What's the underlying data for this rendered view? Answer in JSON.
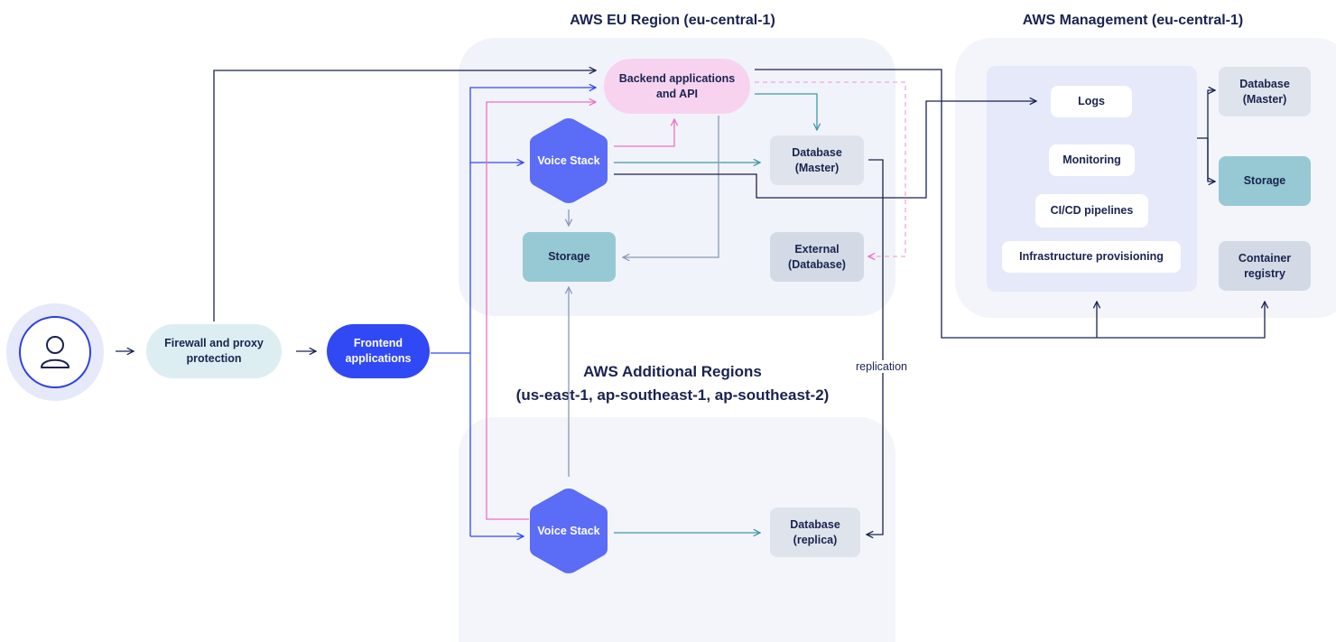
{
  "titles": {
    "eu_region": "AWS EU Region (eu-central-1)",
    "management": "AWS Management (eu-central-1)",
    "additional_line1": "AWS Additional Regions",
    "additional_line2": "(us-east-1, ap-southeast-1, ap-southeast-2)"
  },
  "nodes": {
    "firewall": "Firewall and proxy\nprotection",
    "frontend": "Frontend\napplications",
    "backend": "Backend applications\nand API",
    "voice_stack_eu": "Voice Stack",
    "voice_stack_additional": "Voice Stack",
    "database_master_eu": "Database\n(Master)",
    "external_database": "External\n(Database)",
    "storage_eu": "Storage",
    "database_replica": "Database\n(replica)",
    "logs": "Logs",
    "monitoring": "Monitoring",
    "cicd": "CI/CD pipelines",
    "infra": "Infrastructure provisioning",
    "database_master_mgmt": "Database\n(Master)",
    "storage_mgmt": "Storage",
    "container_registry": "Container\nregistry"
  },
  "labels": {
    "replication": "replication"
  },
  "colors": {
    "dark_navy": "#1a2350",
    "user_ring": "#2b3fe0",
    "frontend_blue": "#3148f5",
    "voice_stack_purple": "#5b6cf7",
    "backend_pink": "#f8d3f0",
    "firewall_light_blue": "#ddeef3",
    "storage_teal": "#96c9d3",
    "database_gray": "#dfe4ec",
    "panel_bg": "#f3f5fb",
    "pink_line": "#ef6fc3",
    "teal_line": "#3f98a7"
  },
  "icons": {
    "user": "user-icon"
  }
}
